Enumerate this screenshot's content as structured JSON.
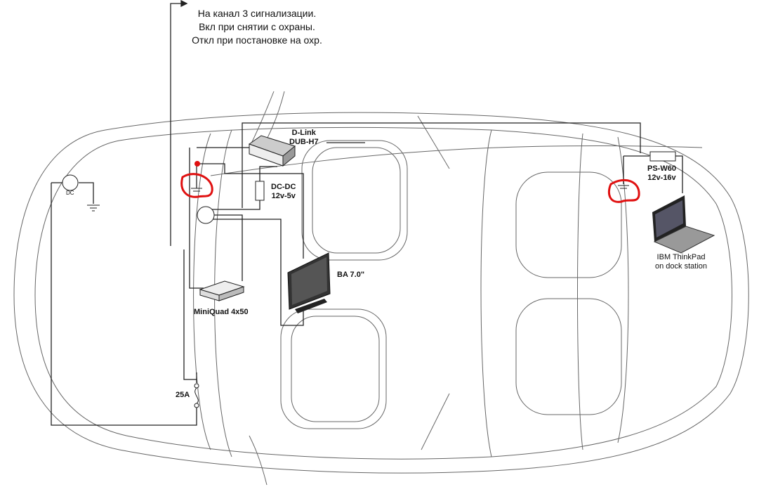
{
  "note": {
    "lines": [
      "На  канал 3 сигнализации.",
      "Вкл при снятии с охраны.",
      "Откл при постановке на охр."
    ]
  },
  "devices": {
    "dlink": {
      "line1": "D-Link",
      "line2": "DUB-H7"
    },
    "dcdc": {
      "line1": "DC-DC",
      "line2": "12v-5v"
    },
    "monitor": {
      "label": "BA 7.0\""
    },
    "amp": {
      "label": "MiniQuad 4x50"
    },
    "psw": {
      "line1": "PS-W60",
      "line2": "12v-16v"
    },
    "laptop": {
      "line1": "IBM ThinkPad",
      "line2": "on dock station"
    },
    "fuse": {
      "label": "25A"
    },
    "battery": {
      "label": "DC"
    }
  },
  "colors": {
    "wire": "#222222",
    "highlight": "#e01010",
    "outline": "#555555"
  }
}
